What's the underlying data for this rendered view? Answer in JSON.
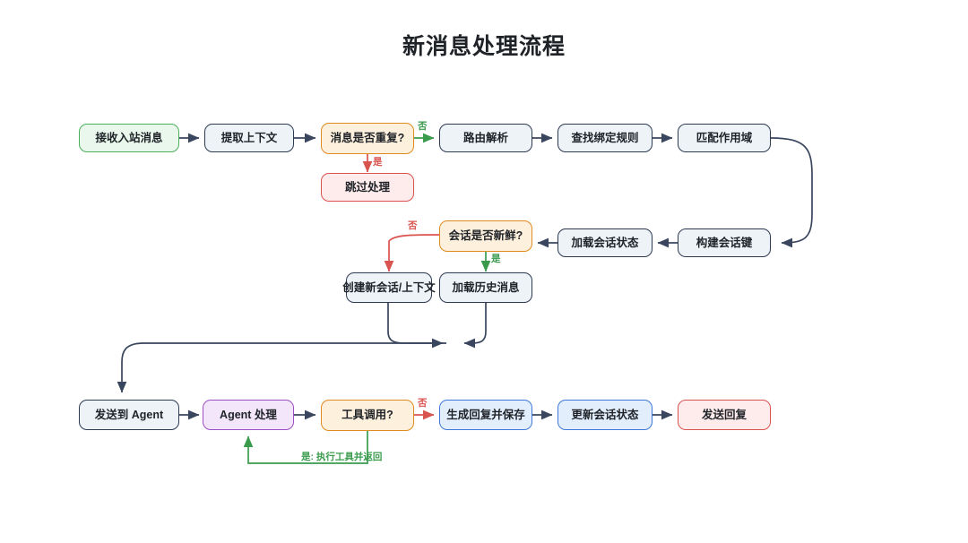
{
  "title": "新消息处理流程",
  "colors": {
    "navy_border": "#2e3a52",
    "navy_fill": "#eef3f8",
    "green_border": "#4bb05c",
    "green_fill": "#e9f7ec",
    "orange_border": "#e08b22",
    "orange_fill": "#fdf0dd",
    "red_border": "#d9534f",
    "red_fill": "#fdeceb",
    "blue_border": "#3f78d8",
    "blue_fill": "#e3eefc",
    "purple_border": "#9b4fc4",
    "purple_fill": "#f3e6fa",
    "edge_default": "#39465e",
    "edge_yes": "#3a9b4d",
    "edge_no": "#d9534f"
  },
  "chart_data": {
    "type": "diagram",
    "title": "新消息处理流程",
    "nodes": [
      {
        "id": "n1",
        "label": "接收入站消息",
        "style": "green",
        "row": 1
      },
      {
        "id": "n2",
        "label": "提取上下文",
        "style": "navy",
        "row": 1
      },
      {
        "id": "n3",
        "label": "消息是否重复?",
        "style": "orange",
        "row": 1,
        "decision": true
      },
      {
        "id": "n4",
        "label": "路由解析",
        "style": "navy",
        "row": 1
      },
      {
        "id": "n5",
        "label": "查找绑定规则",
        "style": "navy",
        "row": 1
      },
      {
        "id": "n6",
        "label": "匹配作用域",
        "style": "navy",
        "row": 1
      },
      {
        "id": "n7",
        "label": "跳过处理",
        "style": "red",
        "row": 1.5
      },
      {
        "id": "n8",
        "label": "构建会话键",
        "style": "navy",
        "row": 2
      },
      {
        "id": "n9",
        "label": "加载会话状态",
        "style": "navy",
        "row": 2
      },
      {
        "id": "n10",
        "label": "会话是否新鲜?",
        "style": "orange",
        "row": 2,
        "decision": true
      },
      {
        "id": "n11",
        "label": "创建新会话/上下文",
        "style": "navy",
        "row": 3
      },
      {
        "id": "n12",
        "label": "加载历史消息",
        "style": "navy",
        "row": 3
      },
      {
        "id": "n13",
        "label": "发送到 Agent",
        "style": "navy",
        "row": 4
      },
      {
        "id": "n14",
        "label": "Agent 处理",
        "style": "purple",
        "row": 4
      },
      {
        "id": "n15",
        "label": "工具调用?",
        "style": "orange",
        "row": 4,
        "decision": true
      },
      {
        "id": "n16",
        "label": "生成回复并保存",
        "style": "blue",
        "row": 4
      },
      {
        "id": "n17",
        "label": "更新会话状态",
        "style": "blue",
        "row": 4
      },
      {
        "id": "n18",
        "label": "发送回复",
        "style": "red",
        "row": 4
      }
    ],
    "edges": [
      {
        "from": "n1",
        "to": "n2",
        "label": "",
        "color": "default"
      },
      {
        "from": "n2",
        "to": "n3",
        "label": "",
        "color": "default"
      },
      {
        "from": "n3",
        "to": "n4",
        "label": "否",
        "color": "yes"
      },
      {
        "from": "n3",
        "to": "n7",
        "label": "是",
        "color": "no"
      },
      {
        "from": "n4",
        "to": "n5",
        "label": "",
        "color": "default"
      },
      {
        "from": "n5",
        "to": "n6",
        "label": "",
        "color": "default"
      },
      {
        "from": "n6",
        "to": "n8",
        "label": "",
        "color": "default"
      },
      {
        "from": "n8",
        "to": "n9",
        "label": "",
        "color": "default"
      },
      {
        "from": "n9",
        "to": "n10",
        "label": "",
        "color": "default"
      },
      {
        "from": "n10",
        "to": "n11",
        "label": "否",
        "color": "no"
      },
      {
        "from": "n10",
        "to": "n12",
        "label": "是",
        "color": "yes"
      },
      {
        "from": "n11",
        "to": "n13",
        "label": "",
        "color": "default"
      },
      {
        "from": "n12",
        "to": "n13",
        "label": "",
        "color": "default"
      },
      {
        "from": "n13",
        "to": "n14",
        "label": "",
        "color": "default"
      },
      {
        "from": "n14",
        "to": "n15",
        "label": "",
        "color": "default"
      },
      {
        "from": "n15",
        "to": "n16",
        "label": "否",
        "color": "no"
      },
      {
        "from": "n15",
        "to": "n14",
        "label": "是: 执行工具并返回",
        "color": "yes"
      },
      {
        "from": "n16",
        "to": "n17",
        "label": "",
        "color": "default"
      },
      {
        "from": "n17",
        "to": "n18",
        "label": "",
        "color": "default"
      }
    ],
    "edge_labels": {
      "dup_no": "否",
      "dup_yes": "是",
      "fresh_no": "否",
      "fresh_yes": "是",
      "tool_no": "否",
      "tool_yes": "是: 执行工具并返回"
    }
  }
}
